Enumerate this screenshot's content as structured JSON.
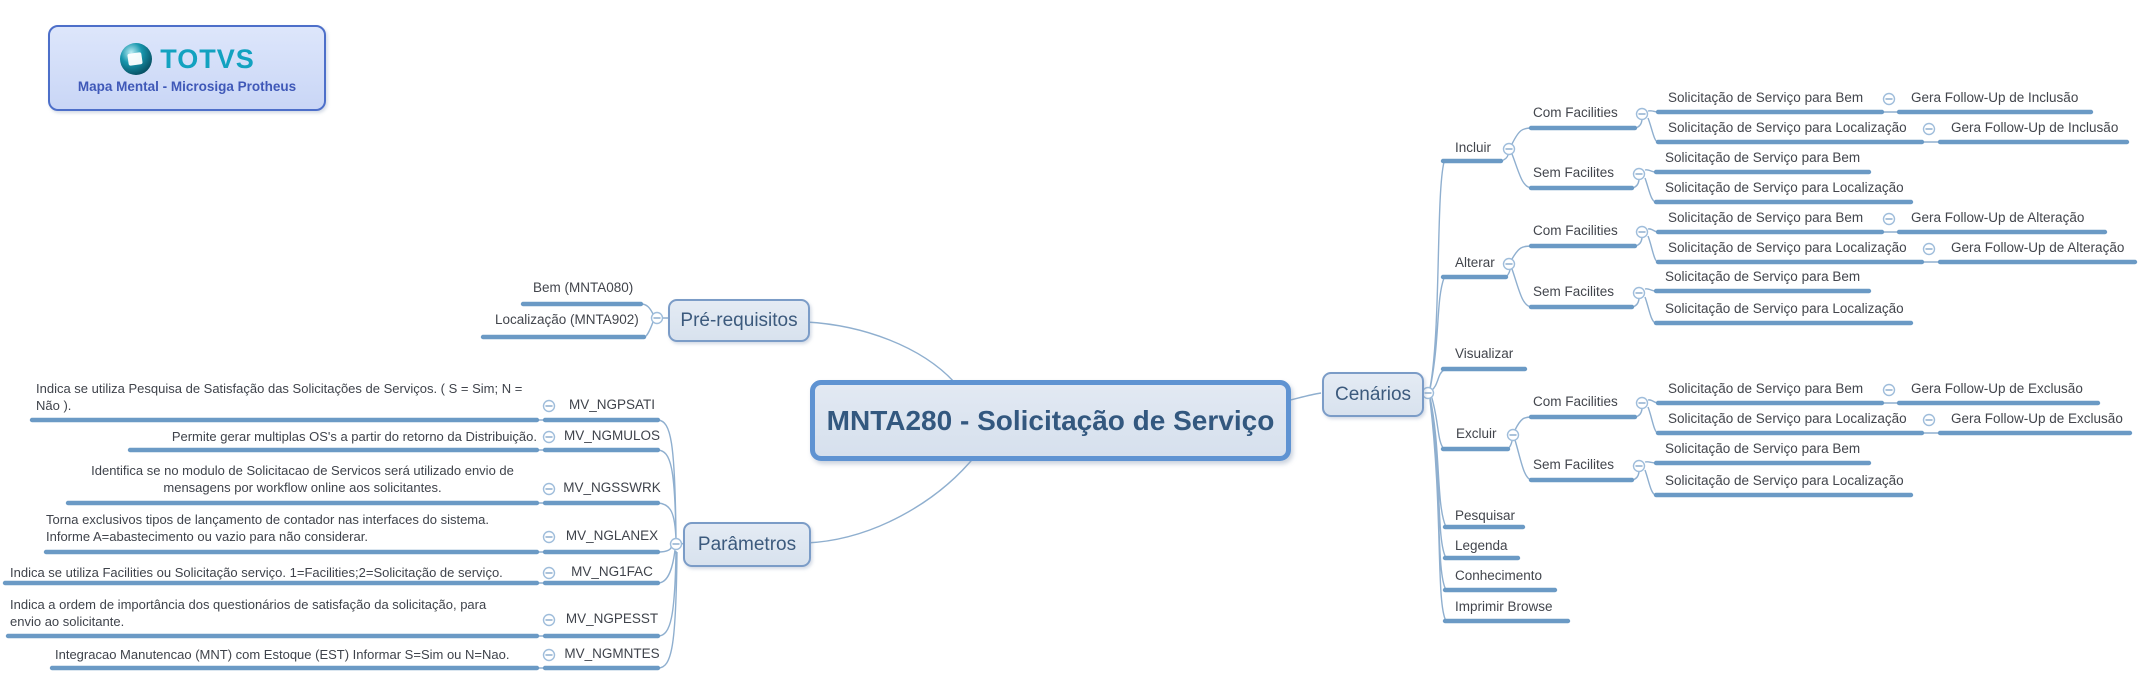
{
  "header": {
    "brand": "TOTVS",
    "subtitle": "Mapa Mental - Microsiga Protheus"
  },
  "root": {
    "label": "MNTA280 - Solicitação de Serviço"
  },
  "colors": {
    "branch_line": "#6b9ac5",
    "thin_line": "#8fafcf",
    "node_fill": "#dbe4f0",
    "node_border": "#7b9cc7",
    "main_border": "#5f93d2",
    "text": "#42454c",
    "brand_teal": "#12a2c0"
  },
  "icons": {
    "collapse": "minus-circle"
  },
  "prerequisitos": {
    "label": "Pré-requisitos",
    "items": [
      {
        "label": "Bem (MNTA080)"
      },
      {
        "label": "Localização (MNTA902)"
      }
    ]
  },
  "parametros": {
    "label": "Parâmetros",
    "items": [
      {
        "description": "Indica se utiliza Pesquisa de Satisfação das Solicitações de Serviços. ( S = Sim; N = Não ).",
        "code": "MV_NGPSATI"
      },
      {
        "description": "Permite gerar multiplas OS's a partir do retorno da Distribuição.",
        "code": "MV_NGMULOS"
      },
      {
        "description": "Identifica se no modulo de Solicitacao de Servicos será utilizado envio de mensagens por workflow online aos solicitantes.",
        "code": "MV_NGSSWRK"
      },
      {
        "description": "Torna exclusivos tipos de lançamento de contador  nas interfaces do sistema. Informe A=abastecimento ou vazio para não considerar.",
        "code": "MV_NGLANEX"
      },
      {
        "description": "Indica se utiliza Facilities ou Solicitação  serviço. 1=Facilities;2=Solicitação de serviço.",
        "code": "MV_NG1FAC"
      },
      {
        "description": "Indica a ordem de importância dos questionários de satisfação da solicitação, para envio ao solicitante.",
        "code": "MV_NGPESST"
      },
      {
        "description": "Integracao Manutencao (MNT) com Estoque (EST) Informar S=Sim ou N=Nao.",
        "code": "MV_NGMNTES"
      }
    ]
  },
  "cenarios": {
    "label": "Cenários",
    "children": [
      {
        "label": "Incluir",
        "children": [
          {
            "label": "Com Facilities",
            "children": [
              {
                "label": "Solicitação de Serviço para Bem",
                "follow_up": "Gera Follow-Up de Inclusão"
              },
              {
                "label": "Solicitação de Serviço para Localização",
                "follow_up": "Gera Follow-Up de Inclusão"
              }
            ]
          },
          {
            "label": "Sem Facilites",
            "children": [
              {
                "label": "Solicitação de Serviço para Bem"
              },
              {
                "label": "Solicitação de Serviço para Localização"
              }
            ]
          }
        ]
      },
      {
        "label": "Alterar",
        "children": [
          {
            "label": "Com Facilities",
            "children": [
              {
                "label": "Solicitação de Serviço para Bem",
                "follow_up": "Gera Follow-Up de Alteração"
              },
              {
                "label": "Solicitação de Serviço para Localização",
                "follow_up": "Gera Follow-Up de Alteração"
              }
            ]
          },
          {
            "label": "Sem Facilites",
            "children": [
              {
                "label": "Solicitação de Serviço para Bem"
              },
              {
                "label": "Solicitação de Serviço para Localização"
              }
            ]
          }
        ]
      },
      {
        "label": "Visualizar"
      },
      {
        "label": "Excluir",
        "children": [
          {
            "label": "Com Facilities",
            "children": [
              {
                "label": "Solicitação de Serviço para Bem",
                "follow_up": "Gera Follow-Up de Exclusão"
              },
              {
                "label": "Solicitação de Serviço para Localização",
                "follow_up": "Gera Follow-Up de Exclusão"
              }
            ]
          },
          {
            "label": "Sem Facilites",
            "children": [
              {
                "label": "Solicitação de Serviço para Bem"
              },
              {
                "label": "Solicitação de Serviço para Localização"
              }
            ]
          }
        ]
      },
      {
        "label": "Pesquisar"
      },
      {
        "label": "Legenda"
      },
      {
        "label": "Conhecimento"
      },
      {
        "label": "Imprimir Browse"
      }
    ]
  }
}
